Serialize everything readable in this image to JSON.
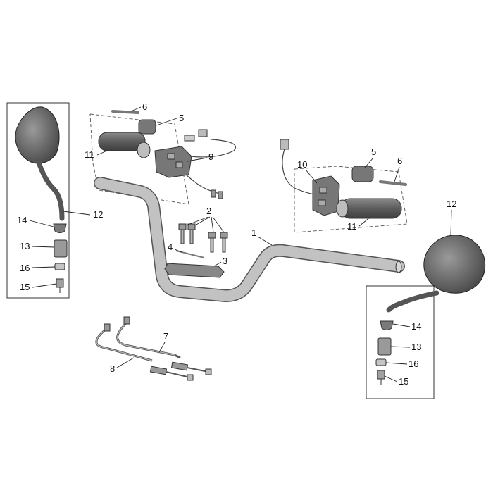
{
  "diagram": {
    "callouts": {
      "c1": "1",
      "c2": "2",
      "c3": "3",
      "c4": "4",
      "c5a": "5",
      "c5b": "5",
      "c6a": "6",
      "c6b": "6",
      "c7": "7",
      "c8": "8",
      "c9": "9",
      "c10": "10",
      "c11a": "11",
      "c11b": "11",
      "c12a": "12",
      "c12b": "12",
      "c13a": "13",
      "c13b": "13",
      "c14a": "14",
      "c14b": "14",
      "c15a": "15",
      "c15b": "15",
      "c16a": "16",
      "c16b": "16"
    },
    "icons": [
      "mirror",
      "handlebar",
      "grip",
      "switch-housing",
      "cable",
      "screw",
      "clamp"
    ],
    "colors": {
      "part_fill": "#b4b4b4",
      "part_dark": "#6e6e6e",
      "line": "#222222",
      "background": "#ffffff"
    }
  }
}
